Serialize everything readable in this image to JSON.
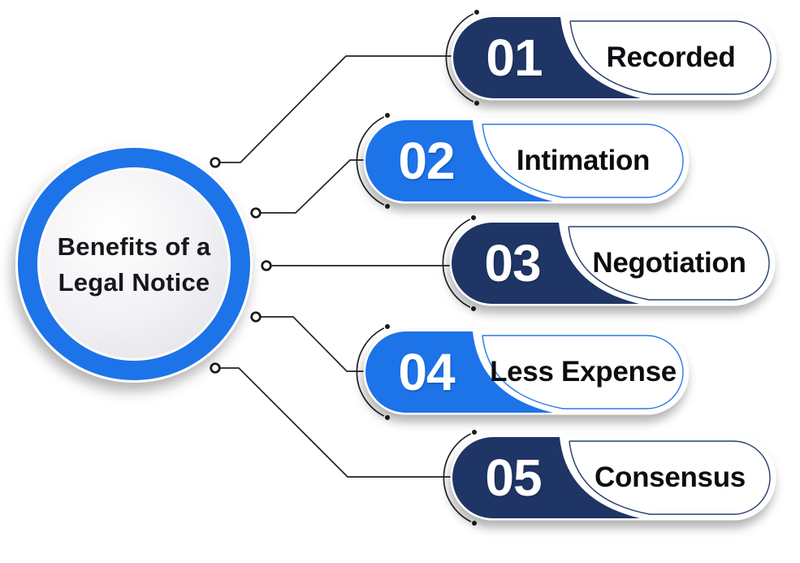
{
  "hub": {
    "title_line1": "Benefits of a",
    "title_line2": "Legal Notice"
  },
  "items": [
    {
      "number": "01",
      "label": "Recorded",
      "variant": "navy"
    },
    {
      "number": "02",
      "label": "Intimation",
      "variant": "blue"
    },
    {
      "number": "03",
      "label": "Negotiation",
      "variant": "navy"
    },
    {
      "number": "04",
      "label": "Less Expense",
      "variant": "blue"
    },
    {
      "number": "05",
      "label": "Consensus",
      "variant": "navy"
    }
  ],
  "colors": {
    "navy": "#1e3565",
    "blue": "#1d73e8",
    "ring": "#1d73e8",
    "line": "#222222",
    "label_text": "#0c0d10",
    "number_text": "#ffffff"
  }
}
